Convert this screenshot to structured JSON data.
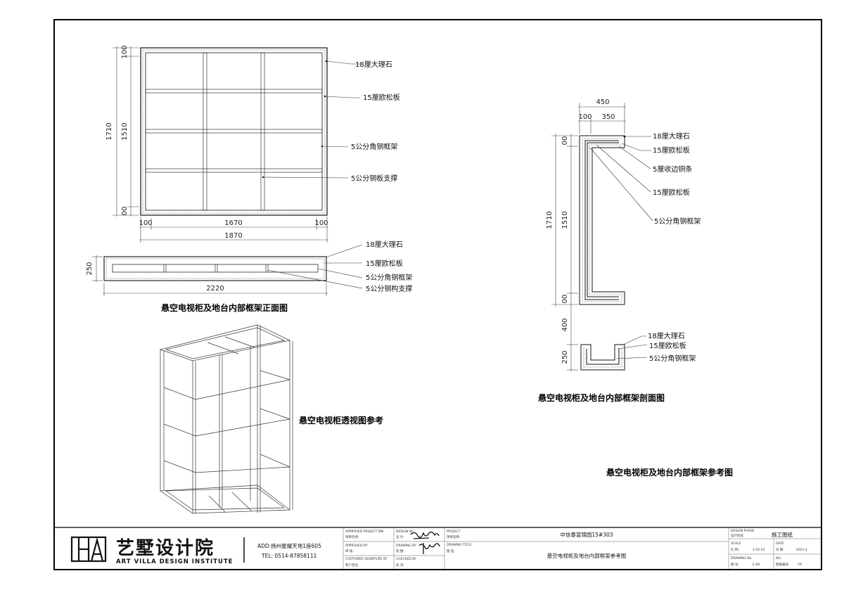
{
  "front_view": {
    "dims": {
      "overall_h": "1710",
      "inner_h": "1510",
      "top": "100",
      "bottom": "00",
      "left": "100",
      "mid": "1670",
      "right": "100",
      "overall_w": "1870"
    },
    "labels": [
      "18厘大理石",
      "15厘欧松板",
      "5公分角钢框架",
      "5公分钢板支撑"
    ]
  },
  "base_view": {
    "dims": {
      "height": "250",
      "width": "2220"
    },
    "labels": [
      "18厘大理石",
      "15厘欧松板",
      "5公分角钢框架",
      "5公分钢构支撑"
    ]
  },
  "front_caption": "悬空电视柜及地台内部框架正面图",
  "perspective_caption": "悬空电视柜透视图参考",
  "section_view": {
    "dims": {
      "w_total": "450",
      "w_a": "100",
      "w_b": "350",
      "h_total": "1710",
      "h_inner": "1510",
      "h_top": "00",
      "h_bottom": "00",
      "gap": "400",
      "base_h": "250"
    },
    "labels_top": [
      "18厘大理石",
      "15厘欧松板",
      "5厘收边铜条",
      "15厘欧松板",
      "5公分角钢框架"
    ],
    "labels_base": [
      "18厘大理石",
      "15厘欧松板",
      "5公分角钢框架"
    ]
  },
  "section_caption": "悬空电视柜及地台内部框架剖面图",
  "sheet_caption": "悬空电视柜及地台内部框架参考图",
  "title_block": {
    "logo_cn": "艺墅设计院",
    "logo_en": "ART VILLA DESIGN INSTITUTE",
    "address": "ADD:扬州星耀天地1座605",
    "tel": "TEL: 0514-87858111",
    "approved_en": "APPROVED PROJECT MN",
    "approved_cn": "项目负责:",
    "approved_by_en": "APPROVED BY",
    "approved_by_cn": "审 核:",
    "customer_en": "CUSTOMER SIGNATURE BY",
    "customer_cn": "客户签名:",
    "design_en": "DESIGN BY",
    "design_cn": "设 计:",
    "drawing_en": "DRAWING BY",
    "drawing_cn": "绘 图:",
    "checked_en": "CHECKED BY",
    "checked_cn": "校 对:",
    "project_en": "PROJECT",
    "project_cn": "项目名称:",
    "project_name": "中信泰富锦园15#303",
    "title_en": "DRAWING TITLE",
    "title_cn": "图 名:",
    "drawing_title": "悬空电视柜及地台内部框架参考图",
    "phase_en": "DESIGN PHASE",
    "phase_cn": "设计阶段",
    "phase": "施工图纸",
    "scale_en": "SCALE",
    "scale_cn": "比 例:",
    "scale": "1:20 A3",
    "date_en": "DATE",
    "date_cn": "日 期:",
    "date": "2021.4",
    "drawing_no_en": "DRAWING No.",
    "drawing_no_cn": "图 号:",
    "drawing_no": "E-06",
    "sheet_no_en": "NO.",
    "sheet_no_cn": "图纸编号:",
    "sheet_no": "79"
  }
}
